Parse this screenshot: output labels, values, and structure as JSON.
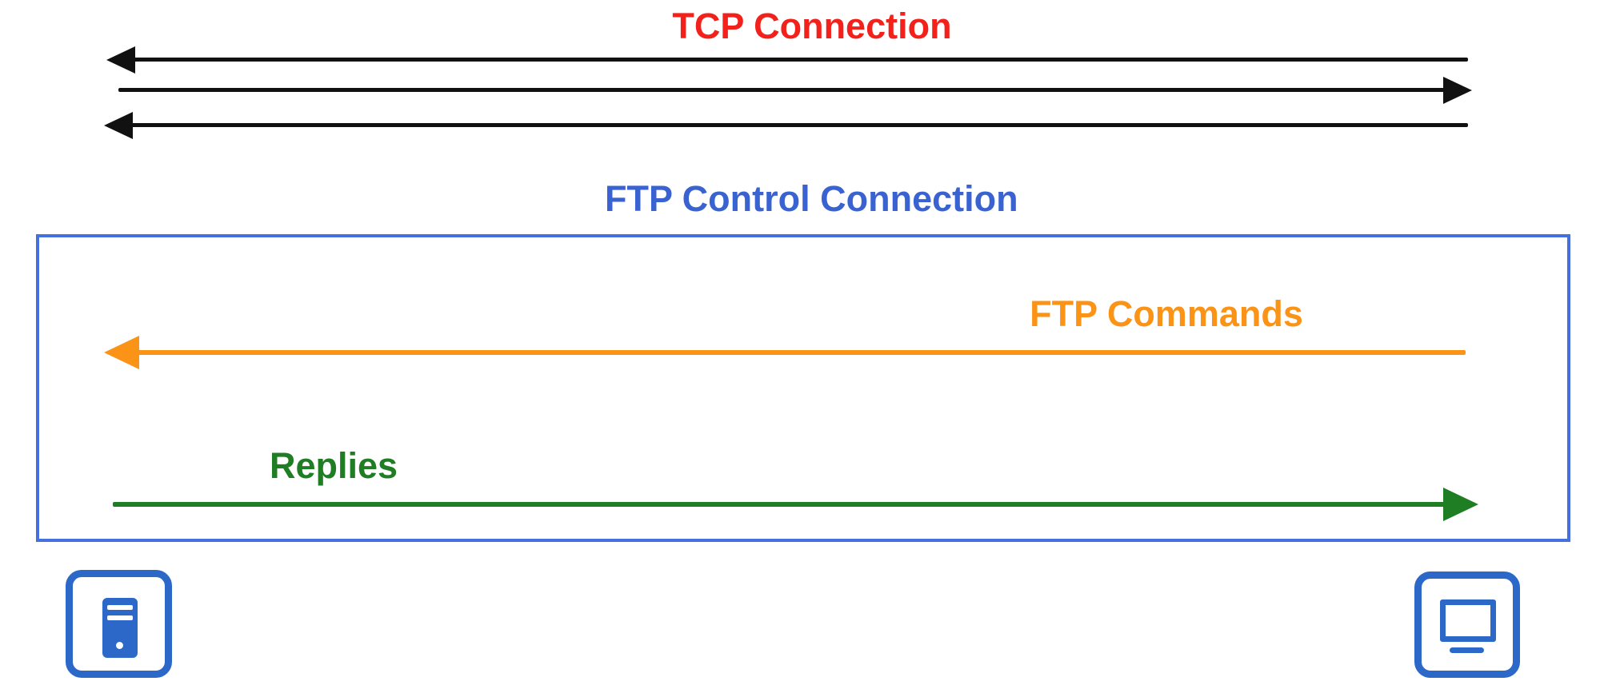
{
  "canvas": {
    "background": "#ffffff"
  },
  "tcp": {
    "title": "TCP Connection",
    "title_color": "#f2211b",
    "arrow_color": "#111111",
    "arrows": [
      {
        "id": "tcp-arrow-1",
        "direction": "left"
      },
      {
        "id": "tcp-arrow-2",
        "direction": "right"
      },
      {
        "id": "tcp-arrow-3",
        "direction": "left"
      }
    ]
  },
  "control": {
    "title": "FTP Control Connection",
    "title_color": "#3a63d2",
    "box_border_color": "#4470e0",
    "commands": {
      "label": "FTP Commands",
      "color": "#fb9317",
      "direction": "left"
    },
    "replies": {
      "label": "Replies",
      "color": "#1f7e23",
      "direction": "right"
    }
  },
  "endpoints": {
    "server": {
      "icon": "server-tower-icon",
      "color": "#2b68c8"
    },
    "client": {
      "icon": "monitor-icon",
      "color": "#2b68c8"
    }
  }
}
